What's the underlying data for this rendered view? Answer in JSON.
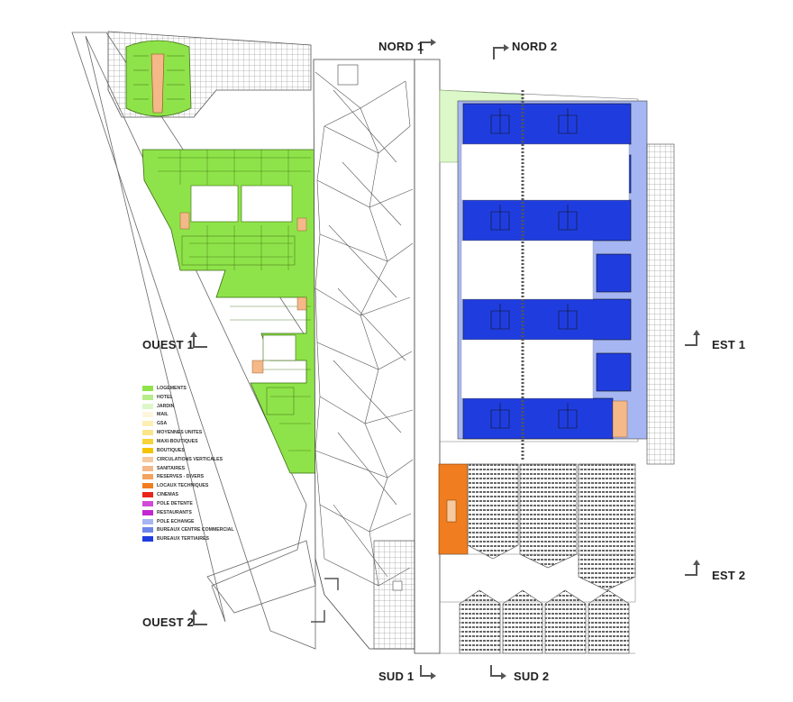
{
  "sections": {
    "nord1": "NORD 1",
    "nord2": "NORD 2",
    "ouest1": "OUEST 1",
    "ouest2": "OUEST 2",
    "est1": "EST 1",
    "est2": "EST 2",
    "sud1": "SUD 1",
    "sud2": "SUD 2"
  },
  "legend": [
    {
      "label": "LOGEMENTS",
      "color": "#8fe34a"
    },
    {
      "label": "HOTEL",
      "color": "#b7ec8a"
    },
    {
      "label": "JARDIN",
      "color": "#dcf7c8"
    },
    {
      "label": "MAIL",
      "color": "#fdf6dc"
    },
    {
      "label": "GSA",
      "color": "#fbefb2"
    },
    {
      "label": "MOYENNES UNITES",
      "color": "#fbe58a"
    },
    {
      "label": "MAXI-BOUTIQUES",
      "color": "#f7d23a"
    },
    {
      "label": "BOUTIQUES",
      "color": "#f5c400"
    },
    {
      "label": "CIRCULATIONS VERTICALES",
      "color": "#f6c9a0"
    },
    {
      "label": "SANITAIRES",
      "color": "#f4b889"
    },
    {
      "label": "RESERVES - DIVERS",
      "color": "#f2a35e"
    },
    {
      "label": "LOCAUX TECHNIQUES",
      "color": "#f07d1f"
    },
    {
      "label": "CINEMAS",
      "color": "#e8261c"
    },
    {
      "label": "POLE DETENTE",
      "color": "#d04ad8"
    },
    {
      "label": "RESTAURANTS",
      "color": "#c128d0"
    },
    {
      "label": "POLE ECHANGE",
      "color": "#a6b6f2"
    },
    {
      "label": "BUREAUX CENTRE COMMERCIAL",
      "color": "#6e86ea"
    },
    {
      "label": "BUREAUX TERTIAIRES",
      "color": "#1f3ddf"
    }
  ],
  "zones": {
    "housing": "#8fe34a",
    "garden": "#dcf7c8",
    "offices": "#1f3ddf",
    "office_frame": "#a6b6f2",
    "technical": "#f07d1f",
    "sanitary": "#f4b889",
    "cinema": "#d8d8d8"
  }
}
